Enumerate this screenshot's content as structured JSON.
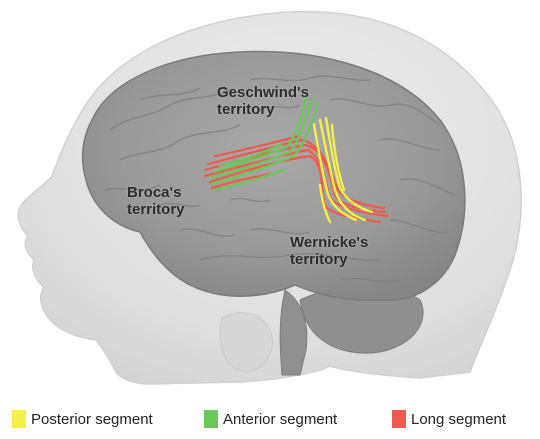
{
  "figure": {
    "labels": {
      "geschwind_line1": "Geschwind's",
      "geschwind_line2": "territory",
      "broca_line1": "Broca's",
      "broca_line2": "territory",
      "wernicke_line1": "Wernicke's",
      "wernicke_line2": "territory"
    }
  },
  "legend": {
    "items": [
      {
        "label": "Posterior segment",
        "color": "#f3f04a"
      },
      {
        "label": "Anterior segment",
        "color": "#6cc75a"
      },
      {
        "label": "Long segment",
        "color": "#ee5a4e"
      }
    ]
  }
}
